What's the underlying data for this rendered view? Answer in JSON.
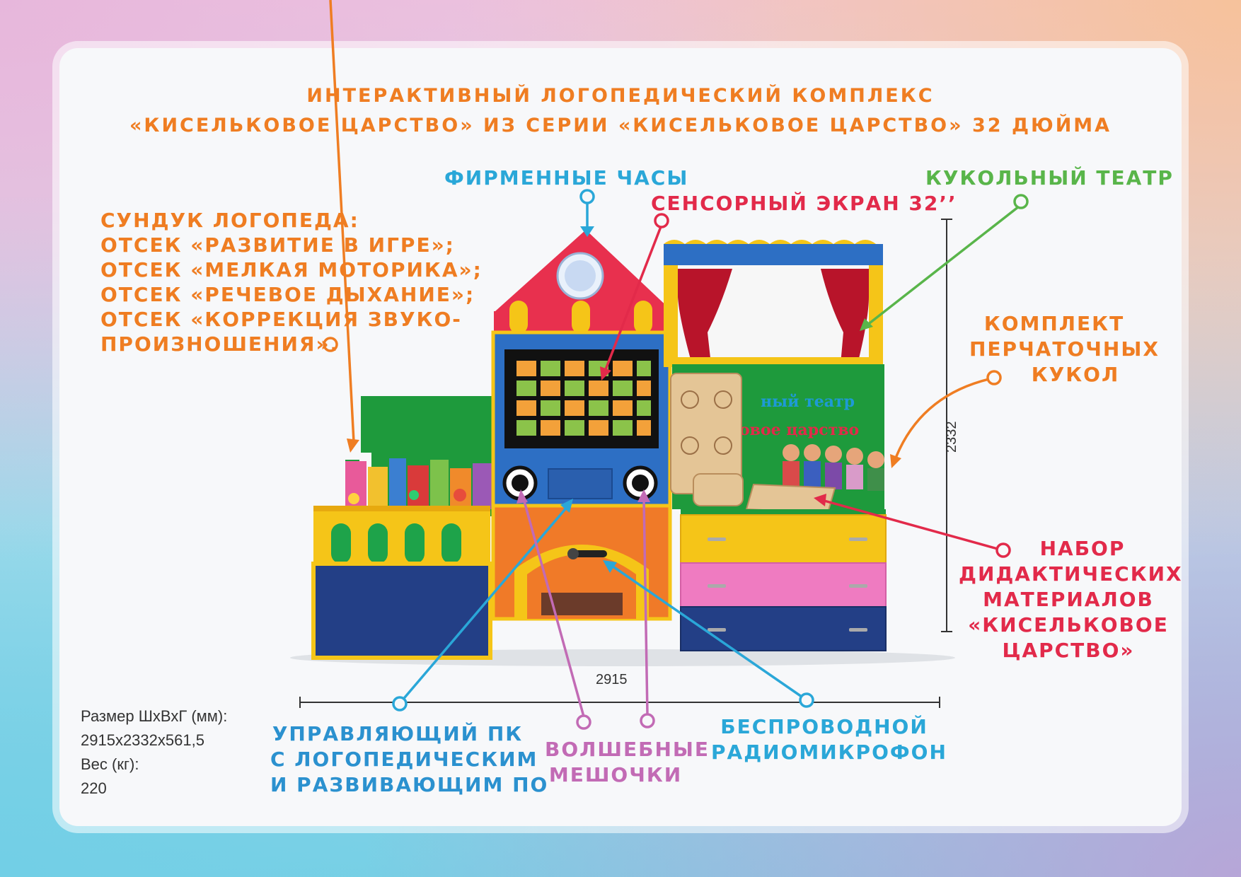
{
  "title": {
    "line1": "ИНТЕРАКТИВНЫЙ ЛОГОПЕДИЧЕСКИЙ КОМПЛЕКС",
    "line2": "«КИСЕЛЬКОВОЕ ЦАРСТВО» ИЗ СЕРИИ «КИСЕЛЬКОВОЕ ЦАРСТВО» 32 ДЮЙМА"
  },
  "labels": {
    "clock": "ФИРМЕННЫЕ ЧАСЫ",
    "screen": "СЕНСОРНЫЙ ЭКРАН 32’’",
    "theater": "КУКОЛЬНЫЙ ТЕАТР",
    "chest": [
      "СУНДУК ЛОГОПЕДА:",
      "ОТСЕК «РАЗВИТИЕ В ИГРЕ»;",
      "ОТСЕК «МЕЛКАЯ МОТОРИКА»;",
      "ОТСЕК «РЕЧЕВОЕ ДЫХАНИЕ»;",
      "ОТСЕК «КОРРЕКЦИЯ ЗВУКО-",
      "ПРОИЗНОШЕНИЯ»."
    ],
    "puppets": [
      "КОМПЛЕКТ",
      "ПЕРЧАТОЧНЫХ",
      "КУКОЛ"
    ],
    "materials": [
      "НАБОР",
      "ДИДАКТИЧЕСКИХ",
      "МАТЕРИАЛОВ",
      "«КИСЕЛЬКОВОЕ",
      "ЦАРСТВО»"
    ],
    "pc": [
      "УПРАВЛЯЮЩИЙ ПК",
      "С ЛОГОПЕДИЧЕСКИМ",
      "И РАЗВИВАЮЩИМ ПО"
    ],
    "bags": [
      "ВОЛШЕБНЫЕ",
      "МЕШОЧКИ"
    ],
    "mic": [
      "БЕСПРОВОДНОЙ",
      "РАДИОМИКРОФОН"
    ]
  },
  "theater_sign": [
    "ный театр",
    "овое царство"
  ],
  "dimensions": {
    "width": "2915",
    "height": "2332"
  },
  "specs": {
    "size_label": "Размер ШхВхГ (мм):",
    "size_value": "2915х2332х561,5",
    "weight_label": "Вес (кг):",
    "weight_value": "220"
  },
  "colors": {
    "orange": "#ef7d22",
    "blue": "#2aa7d8",
    "red": "#e22a4a",
    "green": "#59b54a",
    "pink": "#c26bb5"
  }
}
